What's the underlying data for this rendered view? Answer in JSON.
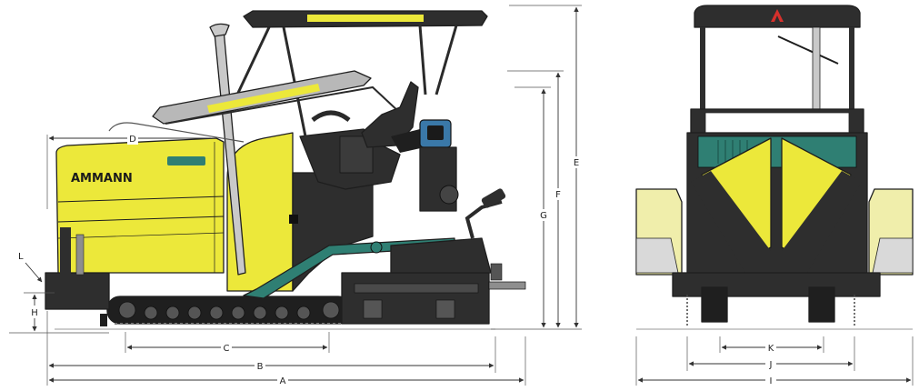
{
  "labels": {
    "A": "A",
    "B": "B",
    "C": "C",
    "D": "D",
    "E": "E",
    "F": "F",
    "G": "G",
    "H": "H",
    "I": "I",
    "J": "J",
    "K": "K",
    "L": "L"
  },
  "branding": {
    "side_logo": "AMMANN"
  },
  "colors": {
    "yellow": "#ece83a",
    "light_yellow": "#f0eeab",
    "teal": "#2f7f73",
    "dark": "#2e2e2e",
    "blue": "#3a78a8",
    "logo_red": "#d5302c"
  }
}
